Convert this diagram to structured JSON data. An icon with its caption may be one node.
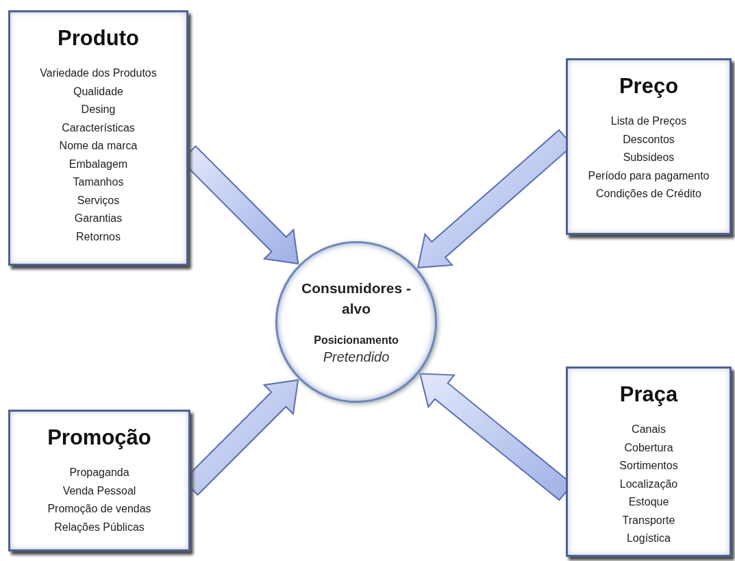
{
  "diagram": {
    "nodes": [
      {
        "text": [
          "Produto",
          "Variedade dos Produtos",
          "Qualidade",
          "Desing",
          "Características",
          "Nome da marca",
          "Embalagem",
          "Tamanhos",
          "Serviços",
          "Garantias",
          "Retornos"
        ]
      },
      {
        "text": [
          "Preço",
          "Lista de Preços",
          "Descontos",
          "Subsideos",
          "Período para pagamento",
          "Condições de Crédito"
        ]
      },
      {
        "text": [
          "Consumidores -alvo",
          "Posicionamento",
          "Pretendido"
        ]
      },
      {
        "text": [
          "Promoção",
          "Propaganda",
          "Venda Pessoal",
          "Promoção de vendas",
          "Relações Públicas"
        ]
      },
      {
        "text": [
          "Praça",
          "Canais",
          "Cobertura",
          "Sortimentos",
          "Localização",
          "Estoque",
          "Transporte",
          "Logística"
        ]
      }
    ],
    "edges": [
      {
        "from": 0,
        "to": 2,
        "arrow": "to",
        "style": "thick"
      },
      {
        "from": 1,
        "to": 2,
        "arrow": "to",
        "style": "thick"
      },
      {
        "from": 3,
        "to": 2,
        "arrow": "to",
        "style": "thick"
      },
      {
        "from": 4,
        "to": 2,
        "arrow": "to",
        "style": "thick"
      }
    ]
  }
}
